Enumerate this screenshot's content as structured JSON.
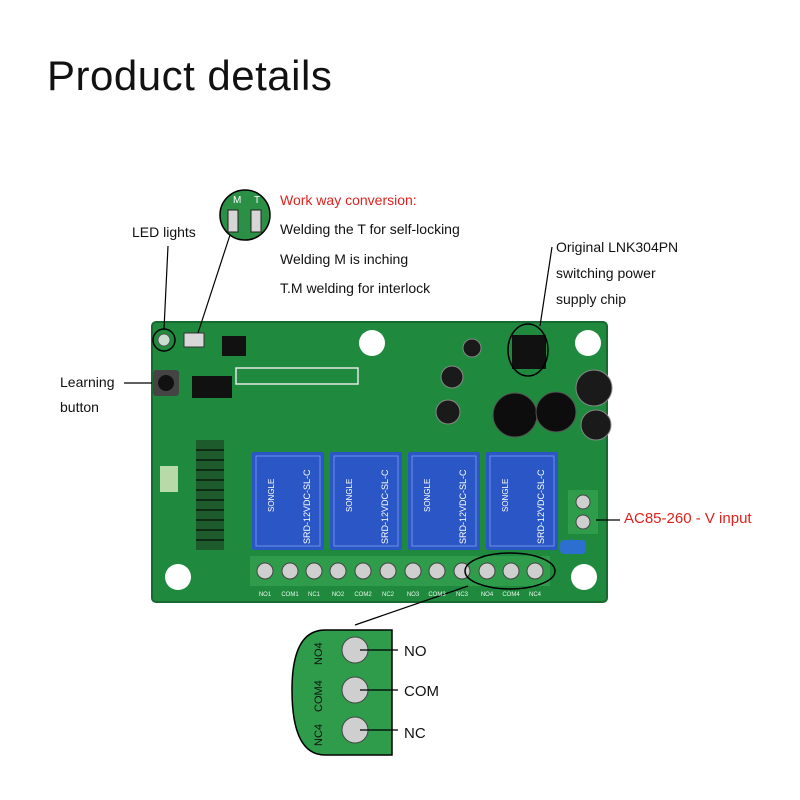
{
  "page": {
    "title": "Product details"
  },
  "labels": {
    "led": "LED lights",
    "learning_1": "Learning",
    "learning_2": "button",
    "work_way": "Work way conversion:",
    "self_locking": "Welding the T for self-locking",
    "inching": "Welding M is inching",
    "interlock": "T.M welding for interlock",
    "chip_1": "Original LNK304PN",
    "chip_2": "switching power",
    "chip_3": "supply chip",
    "ac_input": "AC85-260 - V input",
    "no": "NO",
    "com": "COM",
    "nc": "NC"
  },
  "board": {
    "relay_model": "SRD-12VDC-SL-C",
    "relay_brand": "SONGLE",
    "terminal_labels": [
      "NO1",
      "COM1",
      "NC1",
      "NO2",
      "COM2",
      "NC2",
      "NO3",
      "COM3",
      "NC3",
      "NO4",
      "COM4",
      "NC4"
    ],
    "zoom_labels": [
      "NO4",
      "COM4",
      "NC4"
    ],
    "jumper_labels": [
      "M",
      "T"
    ]
  },
  "colors": {
    "pcb": "#1f8a3e",
    "relay": "#2a56c6",
    "terminal": "#2e9c4a",
    "accent_red": "#e0211c"
  }
}
